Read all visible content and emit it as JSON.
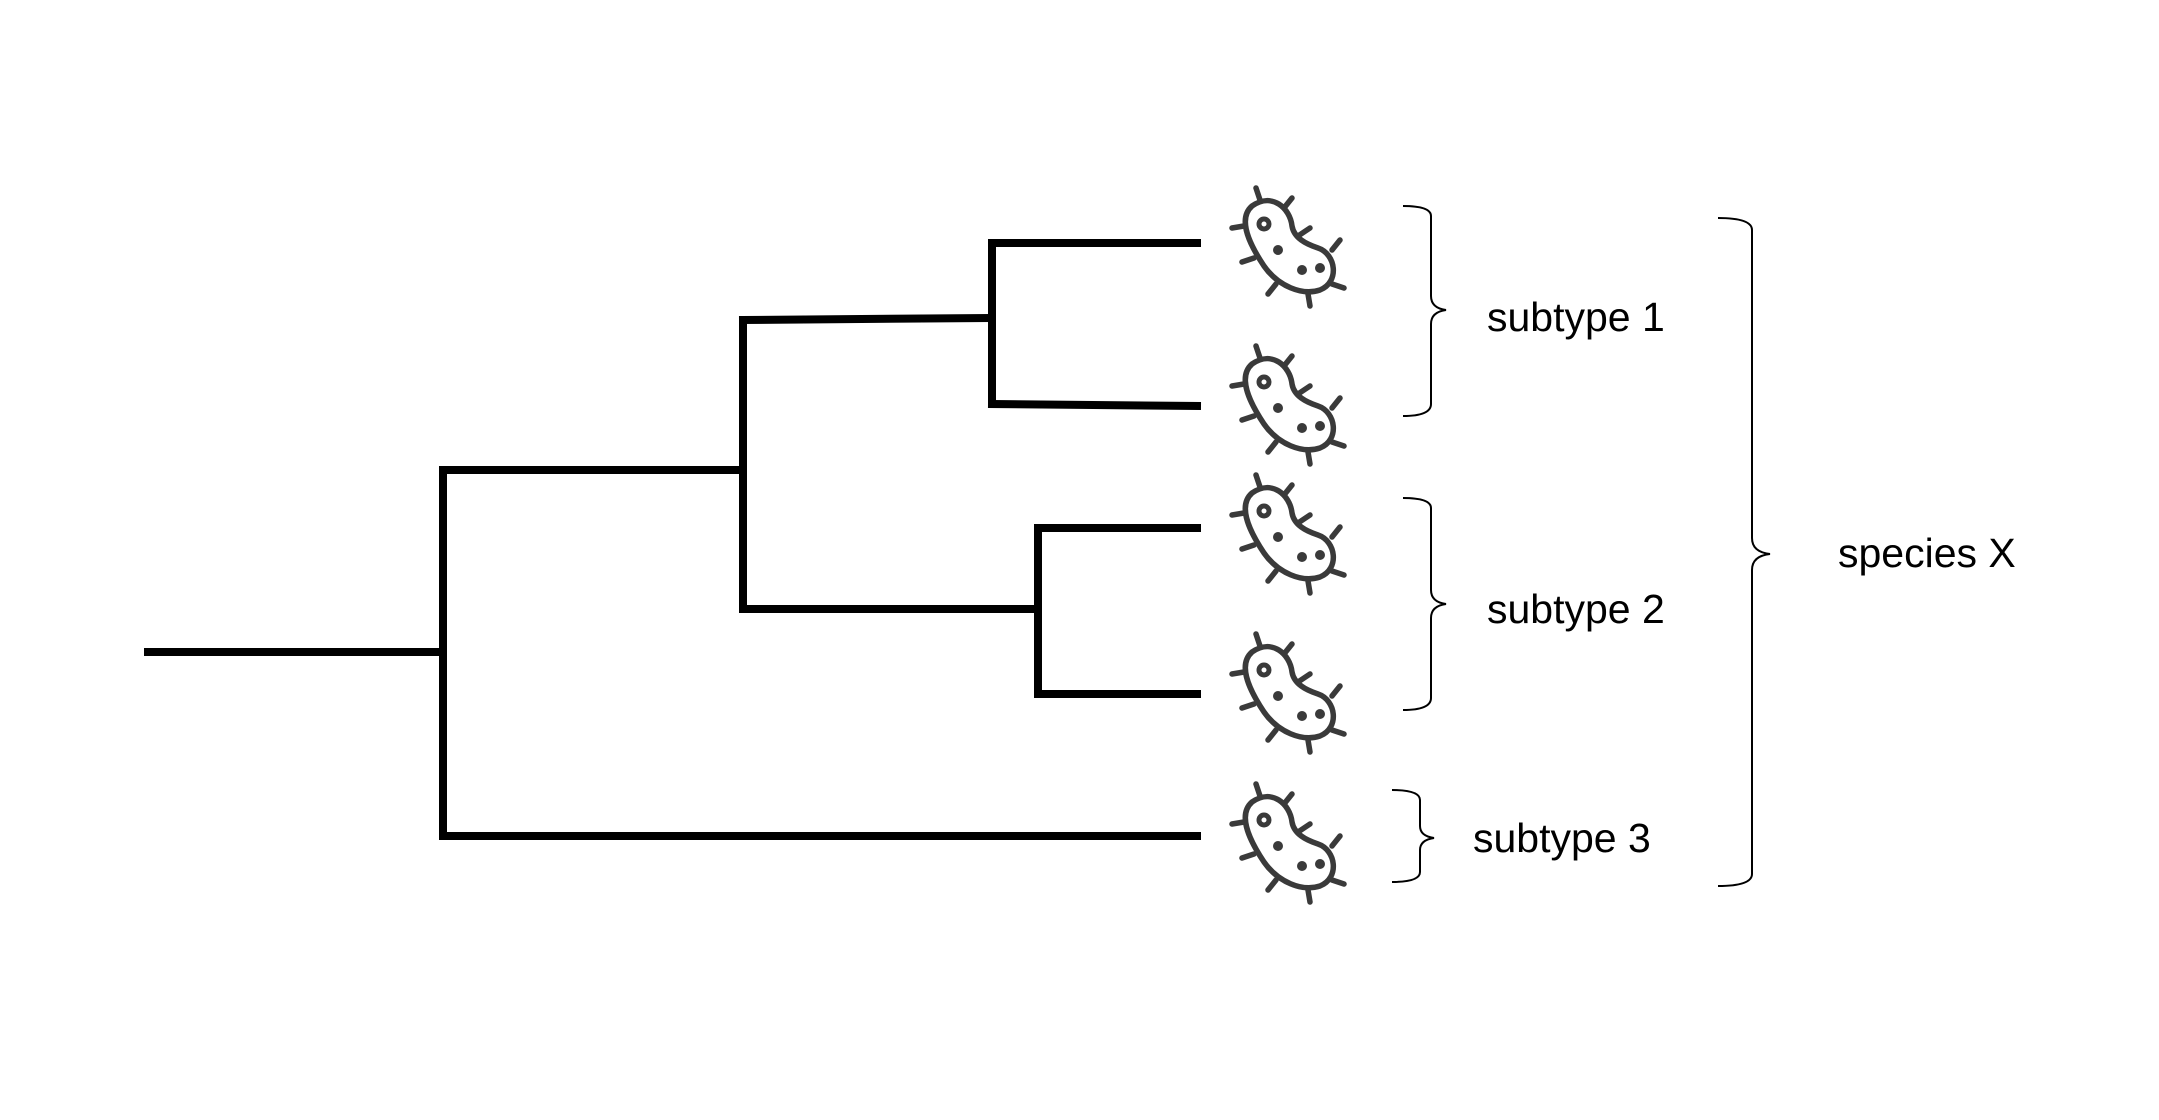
{
  "labels": {
    "subtype1": "subtype 1",
    "subtype2": "subtype 2",
    "subtype3": "subtype 3",
    "species": "species X"
  },
  "icons": {
    "leaf": "bacterium-icon"
  },
  "colors": {
    "tree": "#000000",
    "icon": "#3a3a3a",
    "text": "#000000",
    "background": "#ffffff"
  }
}
